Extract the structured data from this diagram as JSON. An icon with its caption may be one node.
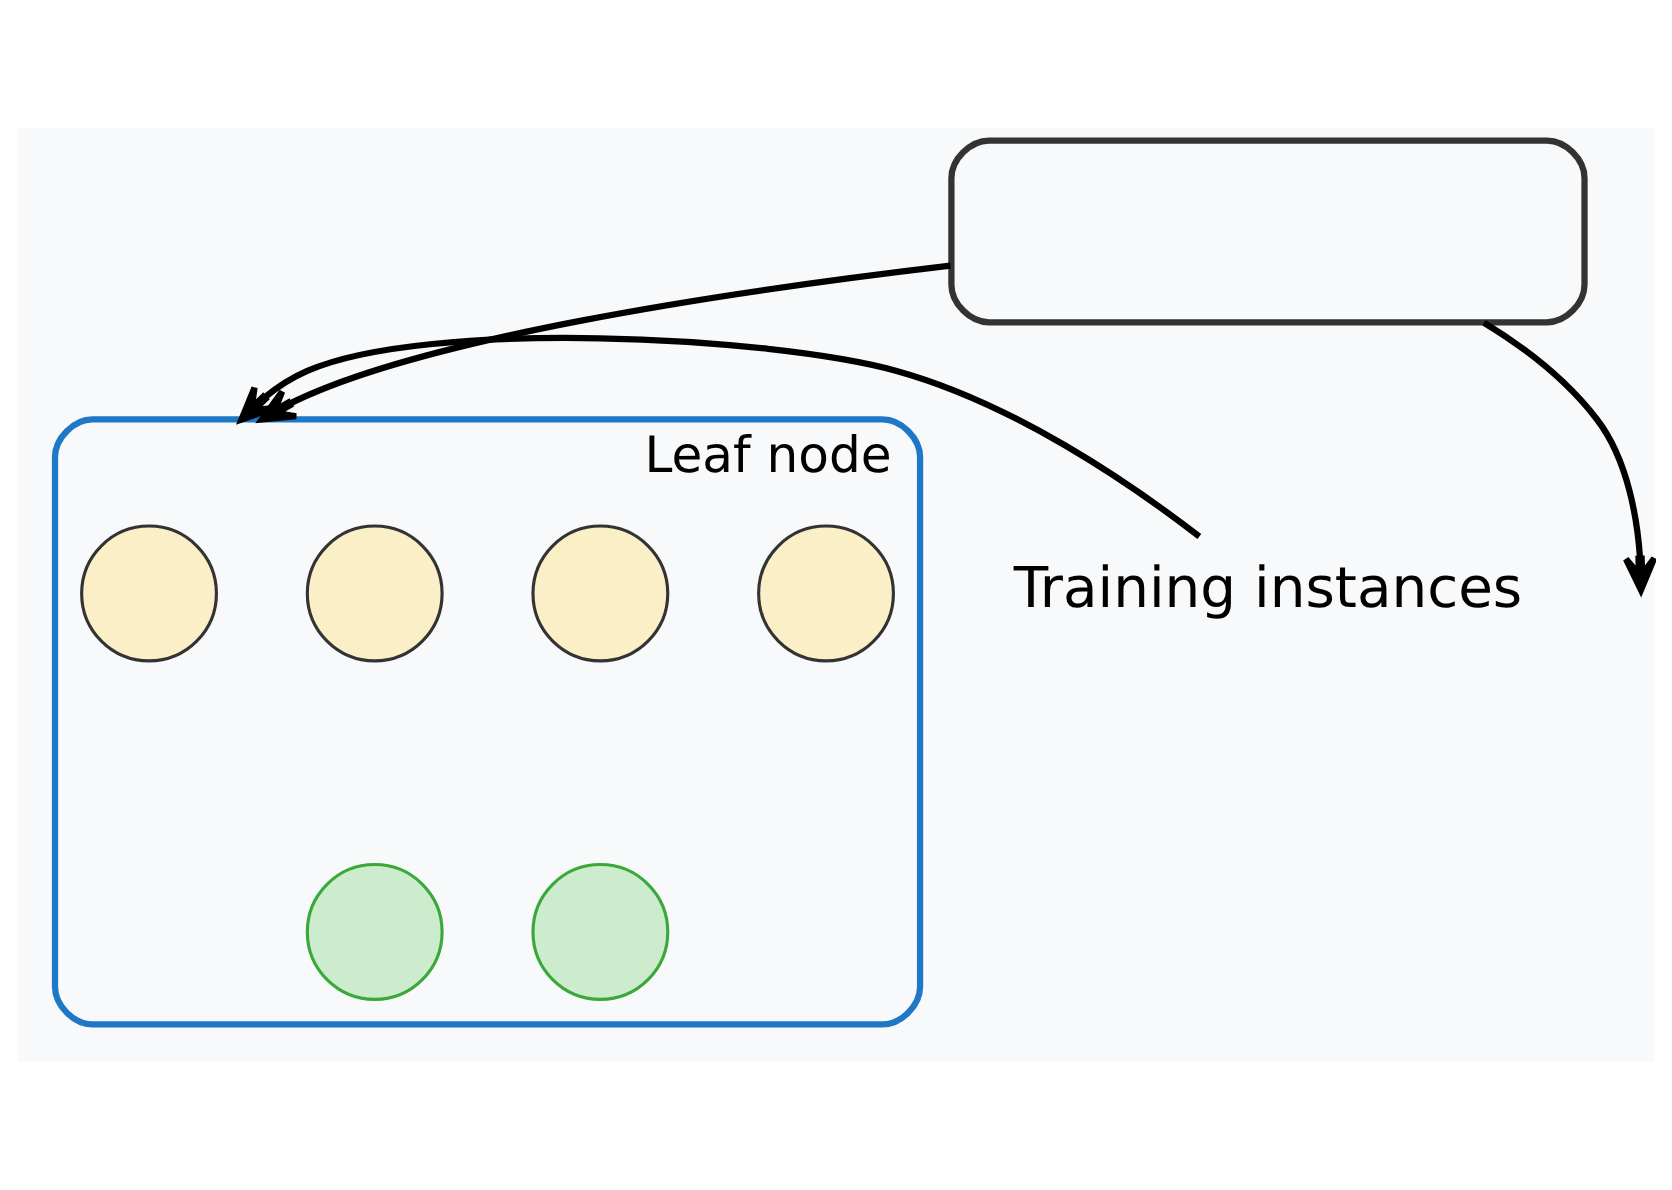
{
  "diagram": {
    "nodes": [
      {
        "text": [],
        "shape": "box"
      },
      {
        "text": [
          "Leaf node"
        ]
      },
      {
        "text": [],
        "shape": "circle",
        "in": 1
      },
      {
        "text": [],
        "shape": "circle",
        "in": 1
      },
      {
        "text": [],
        "shape": "circle",
        "in": 1
      },
      {
        "text": [],
        "shape": "circle",
        "in": 1
      },
      {
        "text": [],
        "shape": "circle",
        "in": 1
      },
      {
        "text": [],
        "shape": "circle",
        "in": 1
      },
      {
        "text": [
          "Training instances"
        ]
      }
    ],
    "edges": [
      {
        "from": 0,
        "to": null,
        "arrow": "to"
      },
      {
        "from": 0,
        "to": 1,
        "arrow": "to"
      },
      {
        "from": 8,
        "to": 1,
        "arrow": "to"
      }
    ]
  }
}
